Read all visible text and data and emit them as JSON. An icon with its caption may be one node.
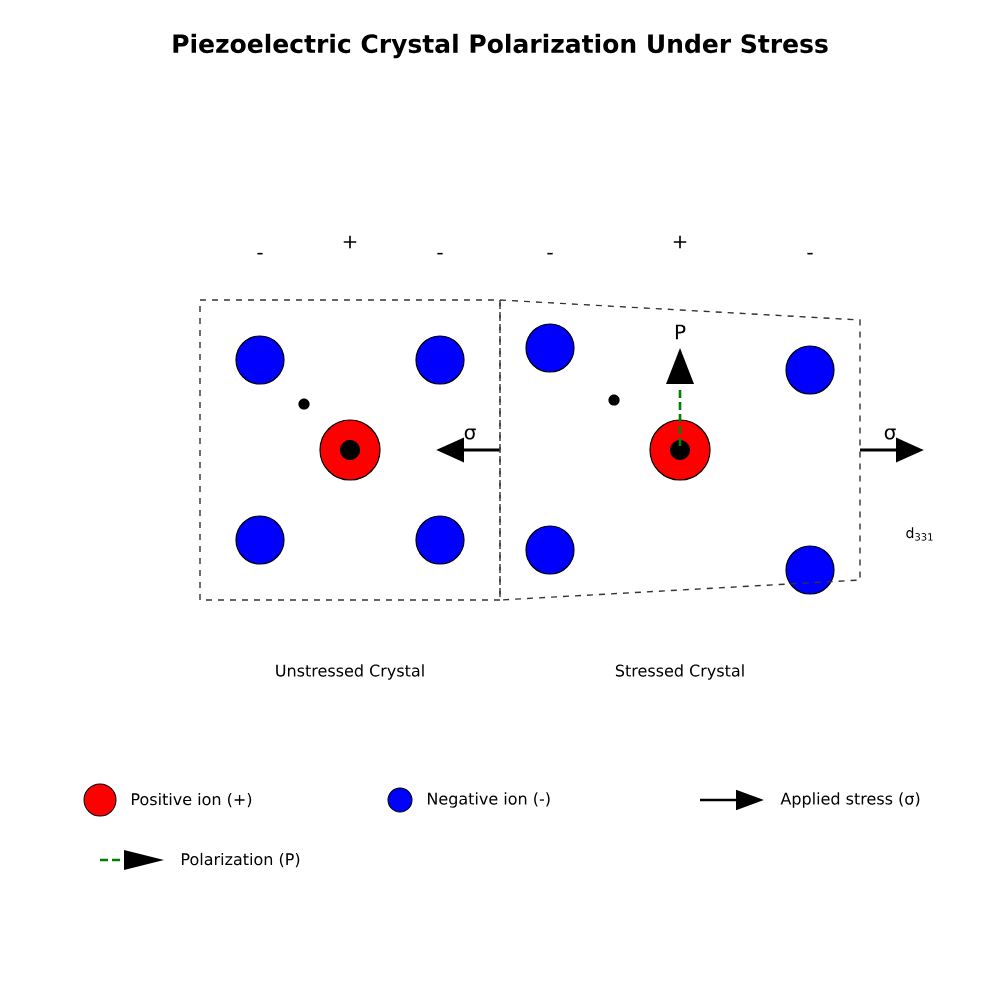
{
  "diagram": {
    "title": "Piezoelectric Crystal Polarization Under Stress",
    "nodes": [
      {
        "text": [],
        "shape": "box",
        "beside": [
          "Unstressed Crystal"
        ]
      },
      {
        "text": [],
        "shape": "box",
        "beside": [
          "Stressed Crystal"
        ]
      }
    ],
    "labels": [
      "-",
      "+",
      "-",
      "-",
      "+",
      "-",
      "P",
      "σ",
      "σ",
      "d$_{331}$"
    ],
    "legend": [
      {
        "text": "Positive ion (+)",
        "color": "#ff0000"
      },
      {
        "text": "Negative ion (-)",
        "color": "#0000ff"
      },
      {
        "text": "Applied stress (σ)"
      },
      {
        "text": "Polarization (P)"
      }
    ]
  }
}
